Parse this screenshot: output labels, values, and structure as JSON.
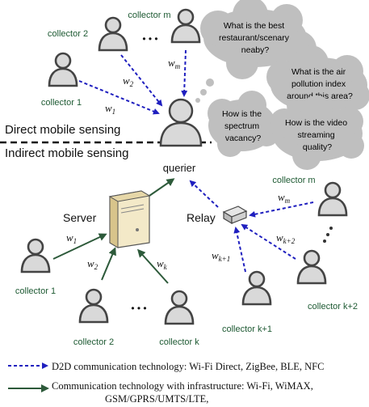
{
  "sections": {
    "direct": "Direct mobile sensing",
    "indirect": "Indirect mobile sensing"
  },
  "querier": {
    "label": "querier"
  },
  "server": {
    "label": "Server"
  },
  "relay": {
    "label": "Relay"
  },
  "direct_collectors": [
    {
      "id": "d-c1",
      "label": "collector 1",
      "weight": "w",
      "weight_sub": "1"
    },
    {
      "id": "d-c2",
      "label": "collector 2",
      "weight": "w",
      "weight_sub": "2"
    },
    {
      "id": "d-cm",
      "label": "collector m",
      "weight": "w",
      "weight_sub": "m"
    }
  ],
  "direct_ellipsis": "• • •",
  "server_collectors": [
    {
      "id": "s-c1",
      "label": "collector 1",
      "weight": "w",
      "weight_sub": "1"
    },
    {
      "id": "s-c2",
      "label": "collector 2",
      "weight": "w",
      "weight_sub": "2"
    },
    {
      "id": "s-ck",
      "label": "collector k",
      "weight": "w",
      "weight_sub": "k"
    }
  ],
  "server_ellipsis": "• • •",
  "relay_collectors": [
    {
      "id": "r-cm",
      "label": "collector m",
      "weight": "w",
      "weight_sub": "m"
    },
    {
      "id": "r-ck2",
      "label": "collector k+2",
      "weight": "w",
      "weight_sub": "k+2"
    },
    {
      "id": "r-ck1",
      "label": "collector k+1",
      "weight": "w",
      "weight_sub": "k+1"
    }
  ],
  "thoughts": [
    {
      "lines": [
        "What is the best",
        "restaurant/scenary",
        "neaby?"
      ]
    },
    {
      "lines": [
        "What is the air",
        "pollution index",
        "around this area?"
      ]
    },
    {
      "lines": [
        "How is the",
        "spectrum",
        "vacancy?"
      ]
    },
    {
      "lines": [
        "How is the video",
        "streaming",
        "quality?"
      ]
    }
  ],
  "legend": {
    "d2d": "D2D communication technology: Wi-Fi Direct, ZigBee, BLE, NFC",
    "infra_line1": "Communication technology with infrastructure: Wi-Fi, WiMAX,",
    "infra_line2": "GSM/GPRS/UMTS/LTE,"
  },
  "colors": {
    "person_stroke": "#444444",
    "person_fill": "#d9d9d9",
    "blue_arrow": "#1f1fbf",
    "green_arrow": "#2d5a3a",
    "collector_text": "#1e5a33",
    "cloud_fill": "#bfbfbf",
    "divider": "#111111"
  }
}
